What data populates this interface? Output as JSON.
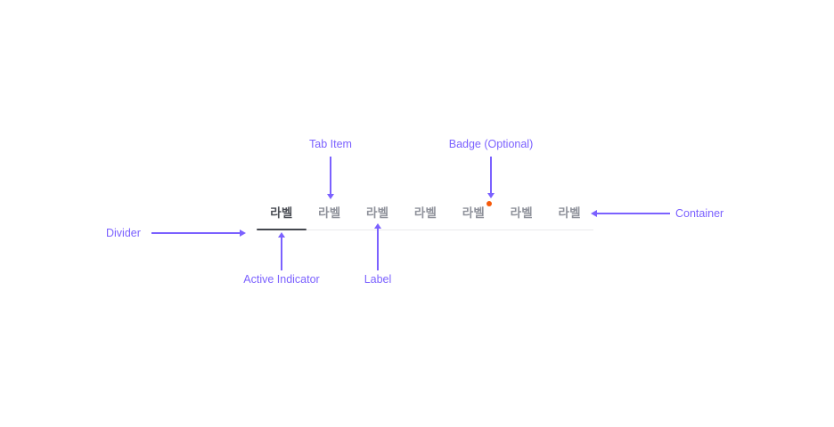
{
  "component": {
    "name": "tab-bar",
    "tabs": [
      {
        "label": "라벨",
        "state": "active",
        "badge": false
      },
      {
        "label": "라벨",
        "state": "inactive",
        "badge": false
      },
      {
        "label": "라벨",
        "state": "inactive",
        "badge": false
      },
      {
        "label": "라벨",
        "state": "inactive",
        "badge": false
      },
      {
        "label": "라벨",
        "state": "inactive",
        "badge": true
      },
      {
        "label": "라벨",
        "state": "inactive",
        "badge": false
      },
      {
        "label": "라벨",
        "state": "inactive",
        "badge": false
      }
    ]
  },
  "annotations": {
    "tab_item": "Tab Item",
    "badge": "Badge (Optional)",
    "divider": "Divider",
    "active_indicator": "Active Indicator",
    "label": "Label",
    "container": "Container"
  },
  "colors": {
    "annotation": "#7B61FF",
    "badge_dot": "#F65A0B",
    "label_active": "#4A4D54",
    "label_inactive": "#8F929B",
    "indicator": "#44474E",
    "divider": "rgba(138,141,149,0.18)",
    "background": "#FFFFFF"
  }
}
